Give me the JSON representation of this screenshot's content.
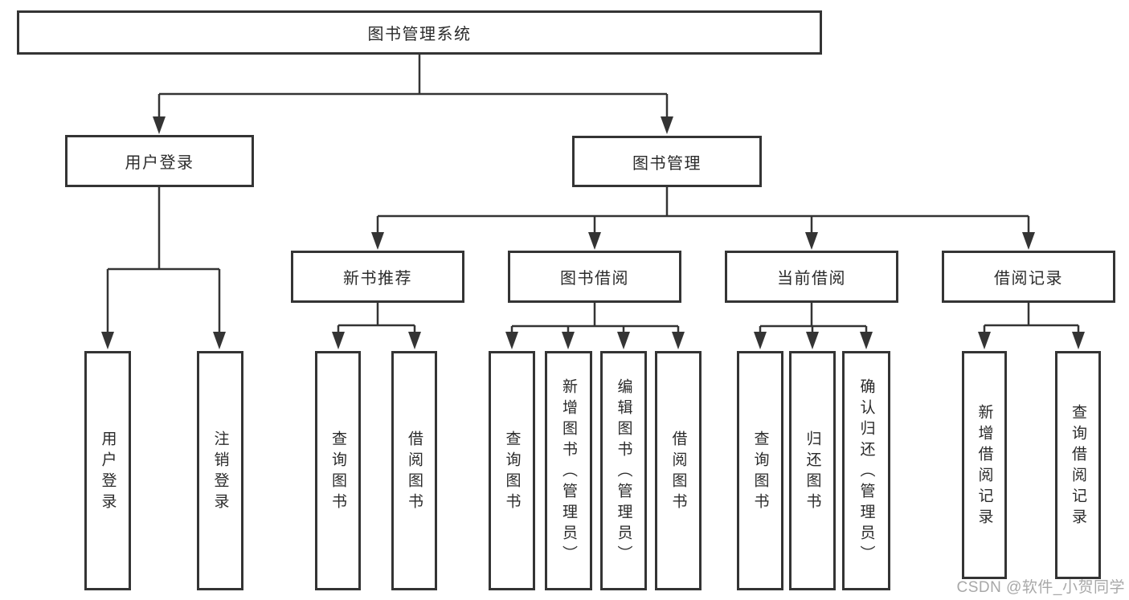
{
  "diagram": {
    "root": {
      "label": "图书管理系统"
    },
    "level2": [
      {
        "label": "用户登录",
        "children": [
          {
            "label": "用户登录"
          },
          {
            "label": "注销登录"
          }
        ]
      },
      {
        "label": "图书管理",
        "children": [
          {
            "label": "新书推荐",
            "children": [
              {
                "label": "查询图书"
              },
              {
                "label": "借阅图书"
              }
            ]
          },
          {
            "label": "图书借阅",
            "children": [
              {
                "label": "查询图书"
              },
              {
                "label": "新增图书（管理员）"
              },
              {
                "label": "编辑图书（管理员）"
              },
              {
                "label": "借阅图书"
              }
            ]
          },
          {
            "label": "当前借阅",
            "children": [
              {
                "label": "查询图书"
              },
              {
                "label": "归还图书"
              },
              {
                "label": "确认归还（管理员）"
              }
            ]
          },
          {
            "label": "借阅记录",
            "children": [
              {
                "label": "新增借阅记录"
              },
              {
                "label": "查询借阅记录"
              }
            ]
          }
        ]
      }
    ]
  },
  "watermark": {
    "text": "CSDN @软件_小贺同学"
  },
  "colors": {
    "line": "#343434",
    "box_border": "#343434",
    "box_fill": "#ffffff",
    "text": "#2b2b2b",
    "watermark": "#a8a8a8",
    "background": "#ffffff"
  }
}
